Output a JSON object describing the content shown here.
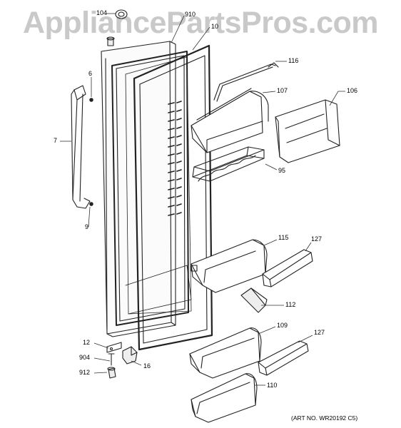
{
  "watermark": "AppliancePartsPros.com",
  "art_number": "(ART NO. WR20192 C5)",
  "callouts": {
    "c104": "104",
    "c910": "910",
    "c10": "10",
    "c116": "116",
    "c107": "107",
    "c106": "106",
    "c6": "6",
    "c7": "7",
    "c9": "9",
    "c95": "95",
    "c115": "115",
    "c127a": "127",
    "c112": "112",
    "c109": "109",
    "c127b": "127",
    "c12": "12",
    "c904": "904",
    "c16": "16",
    "c912": "912",
    "c110": "110"
  }
}
